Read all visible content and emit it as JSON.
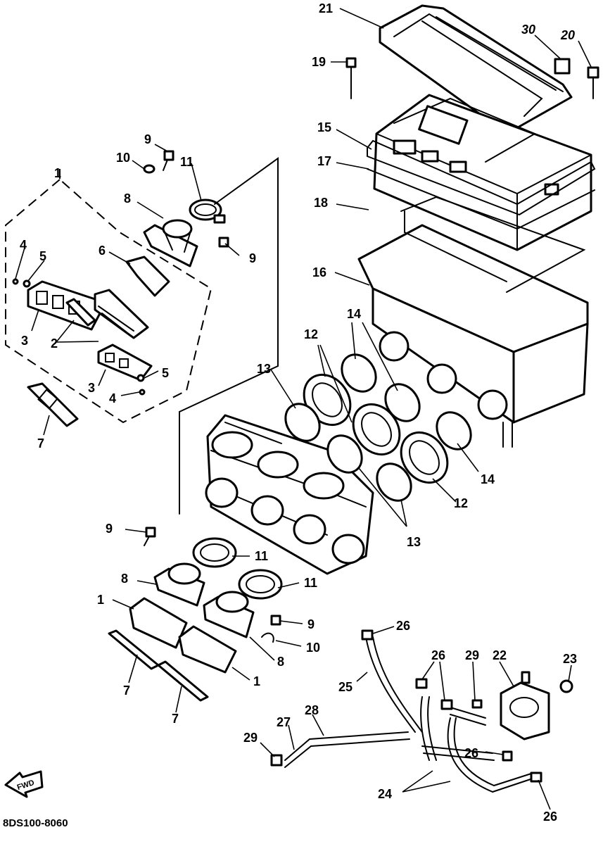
{
  "diagram": {
    "code": "8DS100-8060",
    "fwd_label": "FWD",
    "callouts": {
      "c21": "21",
      "c30": "30",
      "c20": "20",
      "c19": "19",
      "c15": "15",
      "c17": "17",
      "c18": "18",
      "c16": "16",
      "c1_top": "1",
      "c9_top": "9",
      "c10_top": "10",
      "c11_top": "11",
      "c8_top": "8",
      "c9_mid": "9",
      "c4_a": "4",
      "c5_a": "5",
      "c6": "6",
      "c3_a": "3",
      "c2": "2",
      "c3_b": "3",
      "c5_b": "5",
      "c4_b": "4",
      "c7_top": "7",
      "c14_a": "14",
      "c12_a": "12",
      "c13_a": "13",
      "c14_b": "14",
      "c12_b": "12",
      "c13_b": "13",
      "c9_low": "9",
      "c11_a": "11",
      "c8_low": "8",
      "c11_b": "11",
      "c1_a": "1",
      "c9_low2": "9",
      "c10_low": "10",
      "c8_low2": "8",
      "c1_b": "1",
      "c7_a": "7",
      "c7_b": "7",
      "c26_a": "26",
      "c25": "25",
      "c26_b": "26",
      "c29_a": "29",
      "c22": "22",
      "c23": "23",
      "c27": "27",
      "c28": "28",
      "c29_b": "29",
      "c26_c": "26",
      "c24": "24",
      "c26_d": "26"
    }
  }
}
